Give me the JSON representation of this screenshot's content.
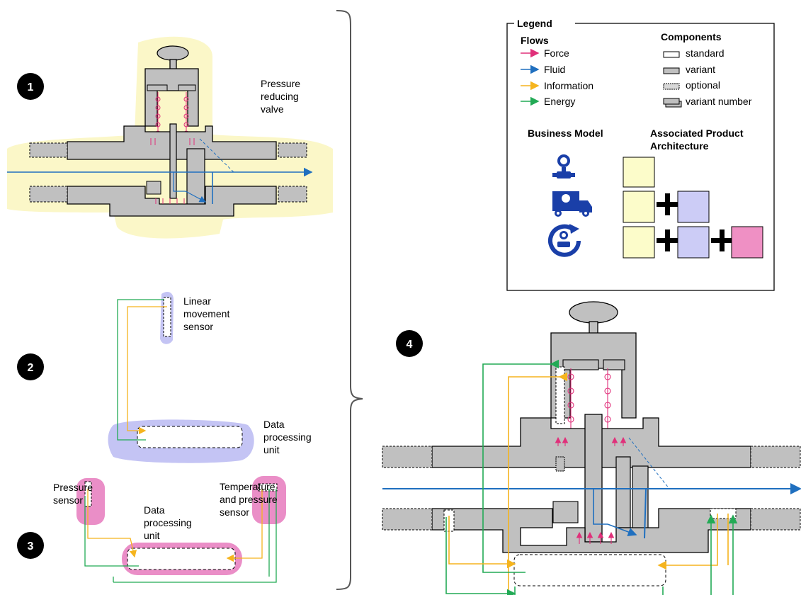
{
  "panels": {
    "p1": {
      "number": "1",
      "label": [
        "Pressure",
        "reducing",
        "valve"
      ]
    },
    "p2": {
      "number": "2",
      "sensor_label": [
        "Linear",
        "movement",
        "sensor"
      ],
      "dpu_label": [
        "Data",
        "processing",
        "unit"
      ]
    },
    "p3": {
      "number": "3",
      "pressure_label": [
        "Pressure",
        "sensor"
      ],
      "dpu_label": [
        "Data",
        "processing",
        "unit"
      ],
      "temp_label": [
        "Temperature",
        "and pressure",
        "sensor"
      ]
    },
    "p4": {
      "number": "4"
    }
  },
  "legend": {
    "title": "Legend",
    "flows_title": "Flows",
    "flows": [
      {
        "label": "Force",
        "color": "#e0307a"
      },
      {
        "label": "Fluid",
        "color": "#1f6fbf"
      },
      {
        "label": "Information",
        "color": "#f5b41e"
      },
      {
        "label": "Energy",
        "color": "#22aa55"
      }
    ],
    "components_title": "Components",
    "components": [
      "standard",
      "variant",
      "optional",
      "variant number"
    ],
    "business_model_title": "Business Model",
    "architecture_title": [
      "Associated Product",
      "Architecture"
    ]
  },
  "colors": {
    "valve_halo": "#fbf7c8",
    "sensor_halo": "#c4c4f4",
    "pressure_halo": "#ea8ec7",
    "component_fill": "#c0c0c0",
    "arch_yellow": "#fcfcca",
    "arch_lavender": "#ccccf6",
    "arch_pink": "#ef90c4",
    "icon_blue": "#1a3fa8"
  }
}
